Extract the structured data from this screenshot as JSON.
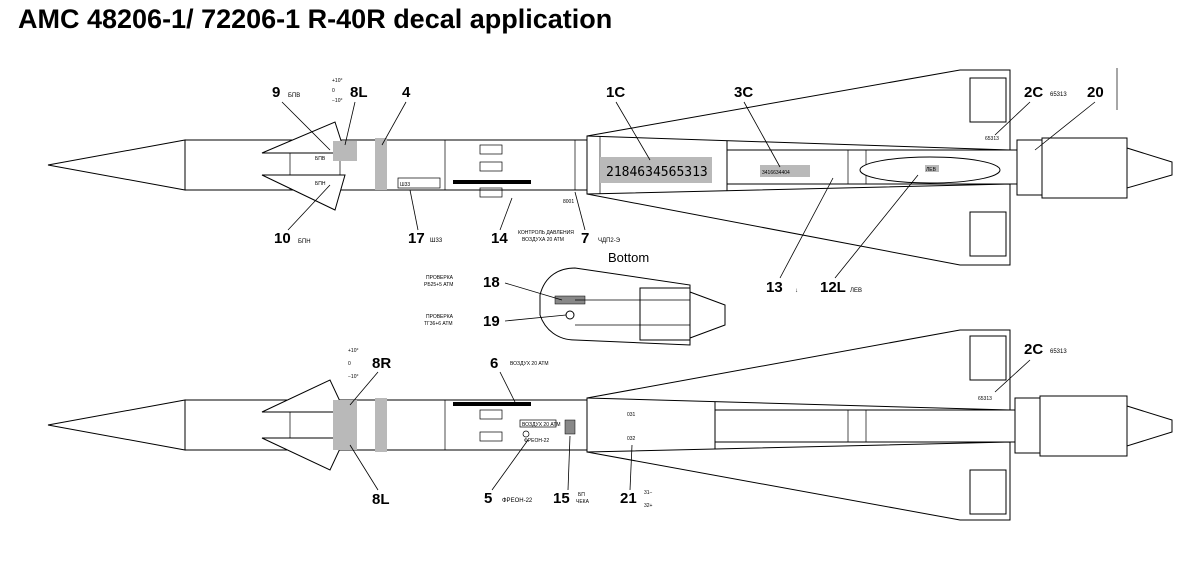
{
  "title": "AMC 48206-1/ 72206-1 R-40R decal application",
  "bottom_view_label": "Bottom",
  "colors": {
    "decal_grey": "#b9b9b9",
    "line": "#000000",
    "background": "#ffffff"
  },
  "callouts": {
    "n9": {
      "num": "9",
      "text": "БПВ"
    },
    "n8L_top": {
      "num": "8L"
    },
    "n4": {
      "num": "4"
    },
    "n1C": {
      "num": "1C"
    },
    "n3C": {
      "num": "3C"
    },
    "n2C_top": {
      "num": "2C",
      "text": "65313"
    },
    "n20": {
      "num": "20"
    },
    "n10": {
      "num": "10",
      "text": "БПН"
    },
    "n17": {
      "num": "17",
      "text": "Ш33"
    },
    "n14": {
      "num": "14",
      "text_line1": "КОНТРОЛЬ ДАВЛЕНИЯ",
      "text_line2": "ВОЗДУХА 20 АТМ"
    },
    "n7": {
      "num": "7",
      "text": "ЧДП2-Э"
    },
    "n13": {
      "num": "13",
      "text": "↓"
    },
    "n12L": {
      "num": "12L",
      "text": "ЛЕВ"
    },
    "n18": {
      "num": "18",
      "text_line1": "ПРОВЕРКА",
      "text_line2": "РБ25+5 АТМ"
    },
    "n19": {
      "num": "19",
      "text_line1": "ПРОВЕРКА",
      "text_line2": "ТГ36+6 АТМ"
    },
    "n8R": {
      "num": "8R"
    },
    "n6": {
      "num": "6",
      "text": "ВОЗДУХ 20 АТМ"
    },
    "n2C_bot": {
      "num": "2C",
      "text": "65313"
    },
    "n8L_bot": {
      "num": "8L"
    },
    "n5": {
      "num": "5",
      "text": "ФРЕОН-22"
    },
    "n15": {
      "num": "15",
      "text_line1": "БП",
      "text_line2": "ЧЕКА"
    },
    "n21": {
      "num": "21",
      "text_line1": "31−",
      "text_line2": "32+"
    }
  },
  "decal_texts": {
    "serial_big": "2184634565313",
    "serial_small": "3416634404",
    "tail_number": "65313",
    "lev": "ЛЕВ",
    "vozduh": "ВОЗДУХ 20 АТМ",
    "freon": "ФРЕОН-22",
    "bpv": "БПВ",
    "bpn": "БПН",
    "sh": "Ш33",
    "b031": "031",
    "b032": "032",
    "stencil_8": "8001",
    "angle_plus": "+10°",
    "angle_zero": "0",
    "angle_minus": "−10°"
  }
}
